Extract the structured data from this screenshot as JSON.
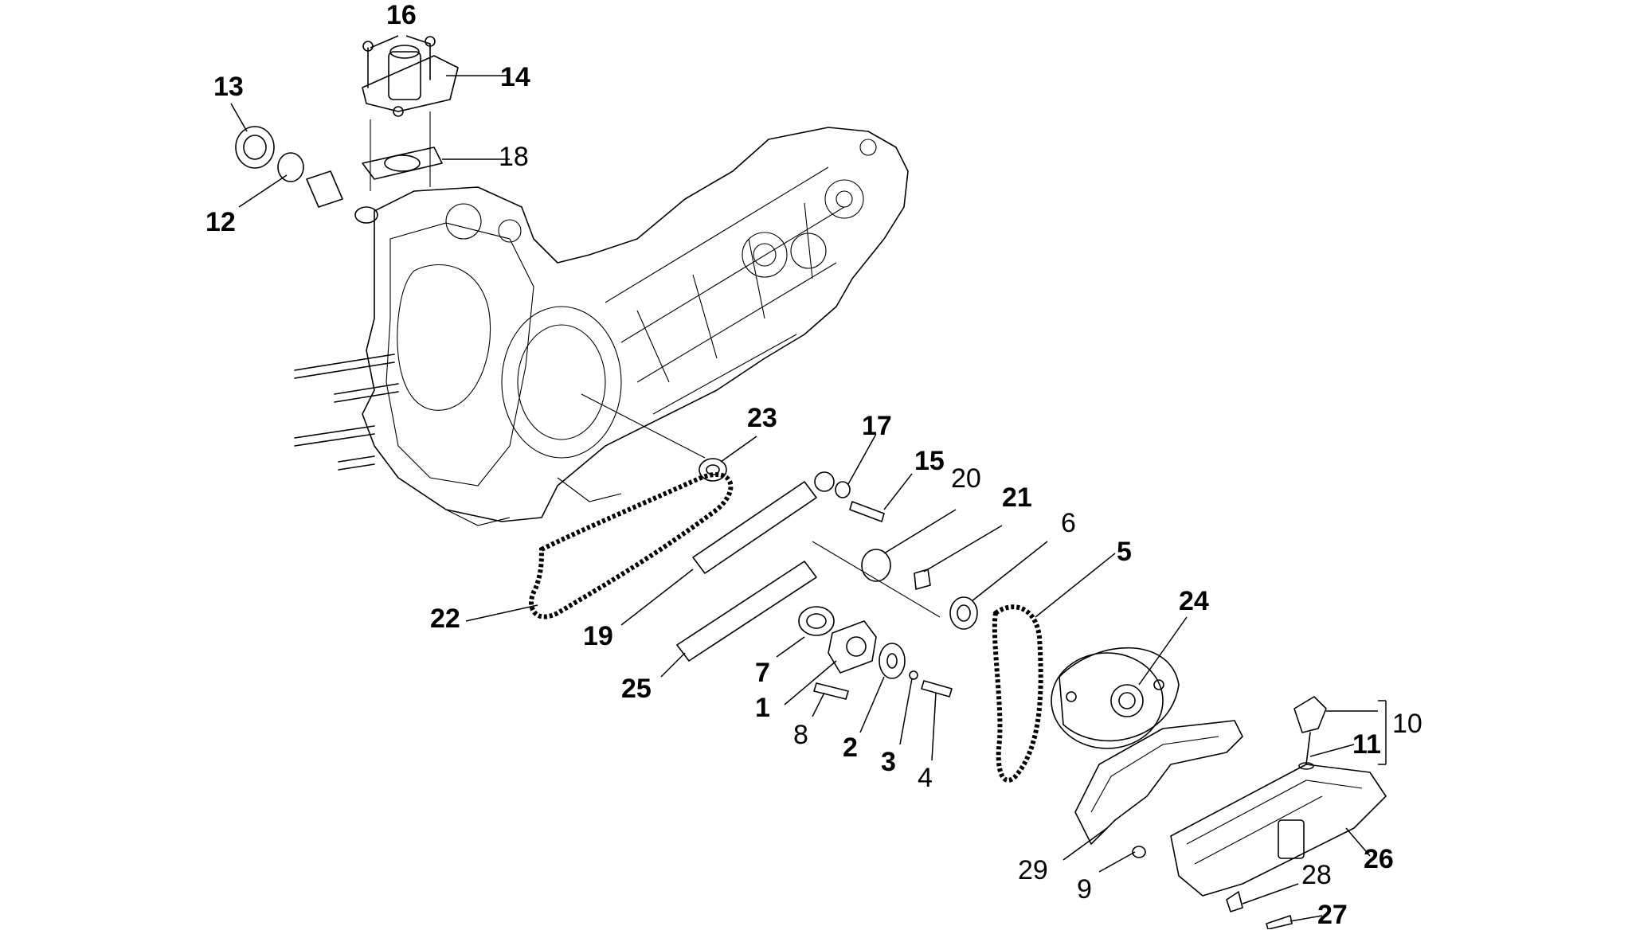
{
  "callouts": [
    {
      "id": "16",
      "text": "16",
      "bold": true
    },
    {
      "id": "14",
      "text": "14",
      "bold": true
    },
    {
      "id": "13",
      "text": "13",
      "bold": true
    },
    {
      "id": "18",
      "text": "18",
      "bold": false
    },
    {
      "id": "12",
      "text": "12",
      "bold": true
    },
    {
      "id": "23",
      "text": "23",
      "bold": true
    },
    {
      "id": "17",
      "text": "17",
      "bold": true
    },
    {
      "id": "15",
      "text": "15",
      "bold": true
    },
    {
      "id": "20",
      "text": "20",
      "bold": false
    },
    {
      "id": "21",
      "text": "21",
      "bold": true
    },
    {
      "id": "6",
      "text": "6",
      "bold": false
    },
    {
      "id": "5",
      "text": "5",
      "bold": true
    },
    {
      "id": "24",
      "text": "24",
      "bold": true
    },
    {
      "id": "22",
      "text": "22",
      "bold": true
    },
    {
      "id": "19",
      "text": "19",
      "bold": true
    },
    {
      "id": "25",
      "text": "25",
      "bold": true
    },
    {
      "id": "7",
      "text": "7",
      "bold": true
    },
    {
      "id": "1",
      "text": "1",
      "bold": true
    },
    {
      "id": "8",
      "text": "8",
      "bold": false
    },
    {
      "id": "2",
      "text": "2",
      "bold": true
    },
    {
      "id": "3",
      "text": "3",
      "bold": true
    },
    {
      "id": "4",
      "text": "4",
      "bold": false
    },
    {
      "id": "10",
      "text": "10",
      "bold": false
    },
    {
      "id": "11",
      "text": "11",
      "bold": true
    },
    {
      "id": "26",
      "text": "26",
      "bold": true
    },
    {
      "id": "29",
      "text": "29",
      "bold": false
    },
    {
      "id": "9",
      "text": "9",
      "bold": false
    },
    {
      "id": "28",
      "text": "28",
      "bold": false
    },
    {
      "id": "27",
      "text": "27",
      "bold": true
    }
  ]
}
